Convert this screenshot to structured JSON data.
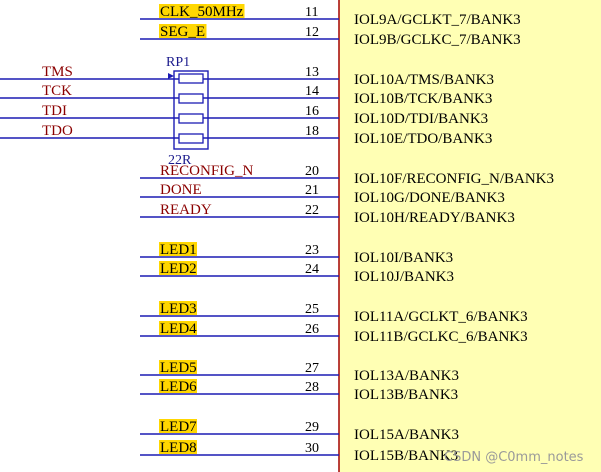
{
  "colors": {
    "wire": "#1c1cb4",
    "chip_fill": "#ffffb4",
    "chip_border": "#a40000",
    "pin_line": "#a40000",
    "highlight": "#ffd700",
    "net_text": "#8b0000",
    "label_text": "#000000"
  },
  "nets": [
    {
      "label": "CLK_50MHz",
      "pin": "11",
      "port": "IOL9A/GCLKT_7/BANK3",
      "highlight": true
    },
    {
      "label": "SEG_E",
      "pin": "12",
      "port": "IOL9B/GCLKC_7/BANK3",
      "highlight": true
    },
    {
      "label": "TMS",
      "pin": "13",
      "port": "IOL10A/TMS/BANK3",
      "highlight": false
    },
    {
      "label": "TCK",
      "pin": "14",
      "port": "IOL10B/TCK/BANK3",
      "highlight": false
    },
    {
      "label": "TDI",
      "pin": "16",
      "port": "IOL10D/TDI/BANK3",
      "highlight": false
    },
    {
      "label": "TDO",
      "pin": "18",
      "port": "IOL10E/TDO/BANK3",
      "highlight": false
    },
    {
      "label": "RECONFIG_N",
      "pin": "20",
      "port": "IOL10F/RECONFIG_N/BANK3",
      "highlight": false
    },
    {
      "label": "DONE",
      "pin": "21",
      "port": "IOL10G/DONE/BANK3",
      "highlight": false
    },
    {
      "label": "READY",
      "pin": "22",
      "port": "IOL10H/READY/BANK3",
      "highlight": false
    },
    {
      "label": "LED1",
      "pin": "23",
      "port": "IOL10I/BANK3",
      "highlight": true
    },
    {
      "label": "LED2",
      "pin": "24",
      "port": "IOL10J/BANK3",
      "highlight": true
    },
    {
      "label": "LED3",
      "pin": "25",
      "port": "IOL11A/GCLKT_6/BANK3",
      "highlight": true
    },
    {
      "label": "LED4",
      "pin": "26",
      "port": "IOL11B/GCLKC_6/BANK3",
      "highlight": true
    },
    {
      "label": "LED5",
      "pin": "27",
      "port": "IOL13A/BANK3",
      "highlight": true
    },
    {
      "label": "LED6",
      "pin": "28",
      "port": "IOL13B/BANK3",
      "highlight": true
    },
    {
      "label": "LED7",
      "pin": "29",
      "port": "IOL15A/BANK3",
      "highlight": true
    },
    {
      "label": "LED8",
      "pin": "30",
      "port": "IOL15B/BANK3",
      "highlight": true
    }
  ],
  "resistor": {
    "ref": "RP1",
    "value": "22R"
  },
  "watermark": "CSDN @C0mm_notes"
}
